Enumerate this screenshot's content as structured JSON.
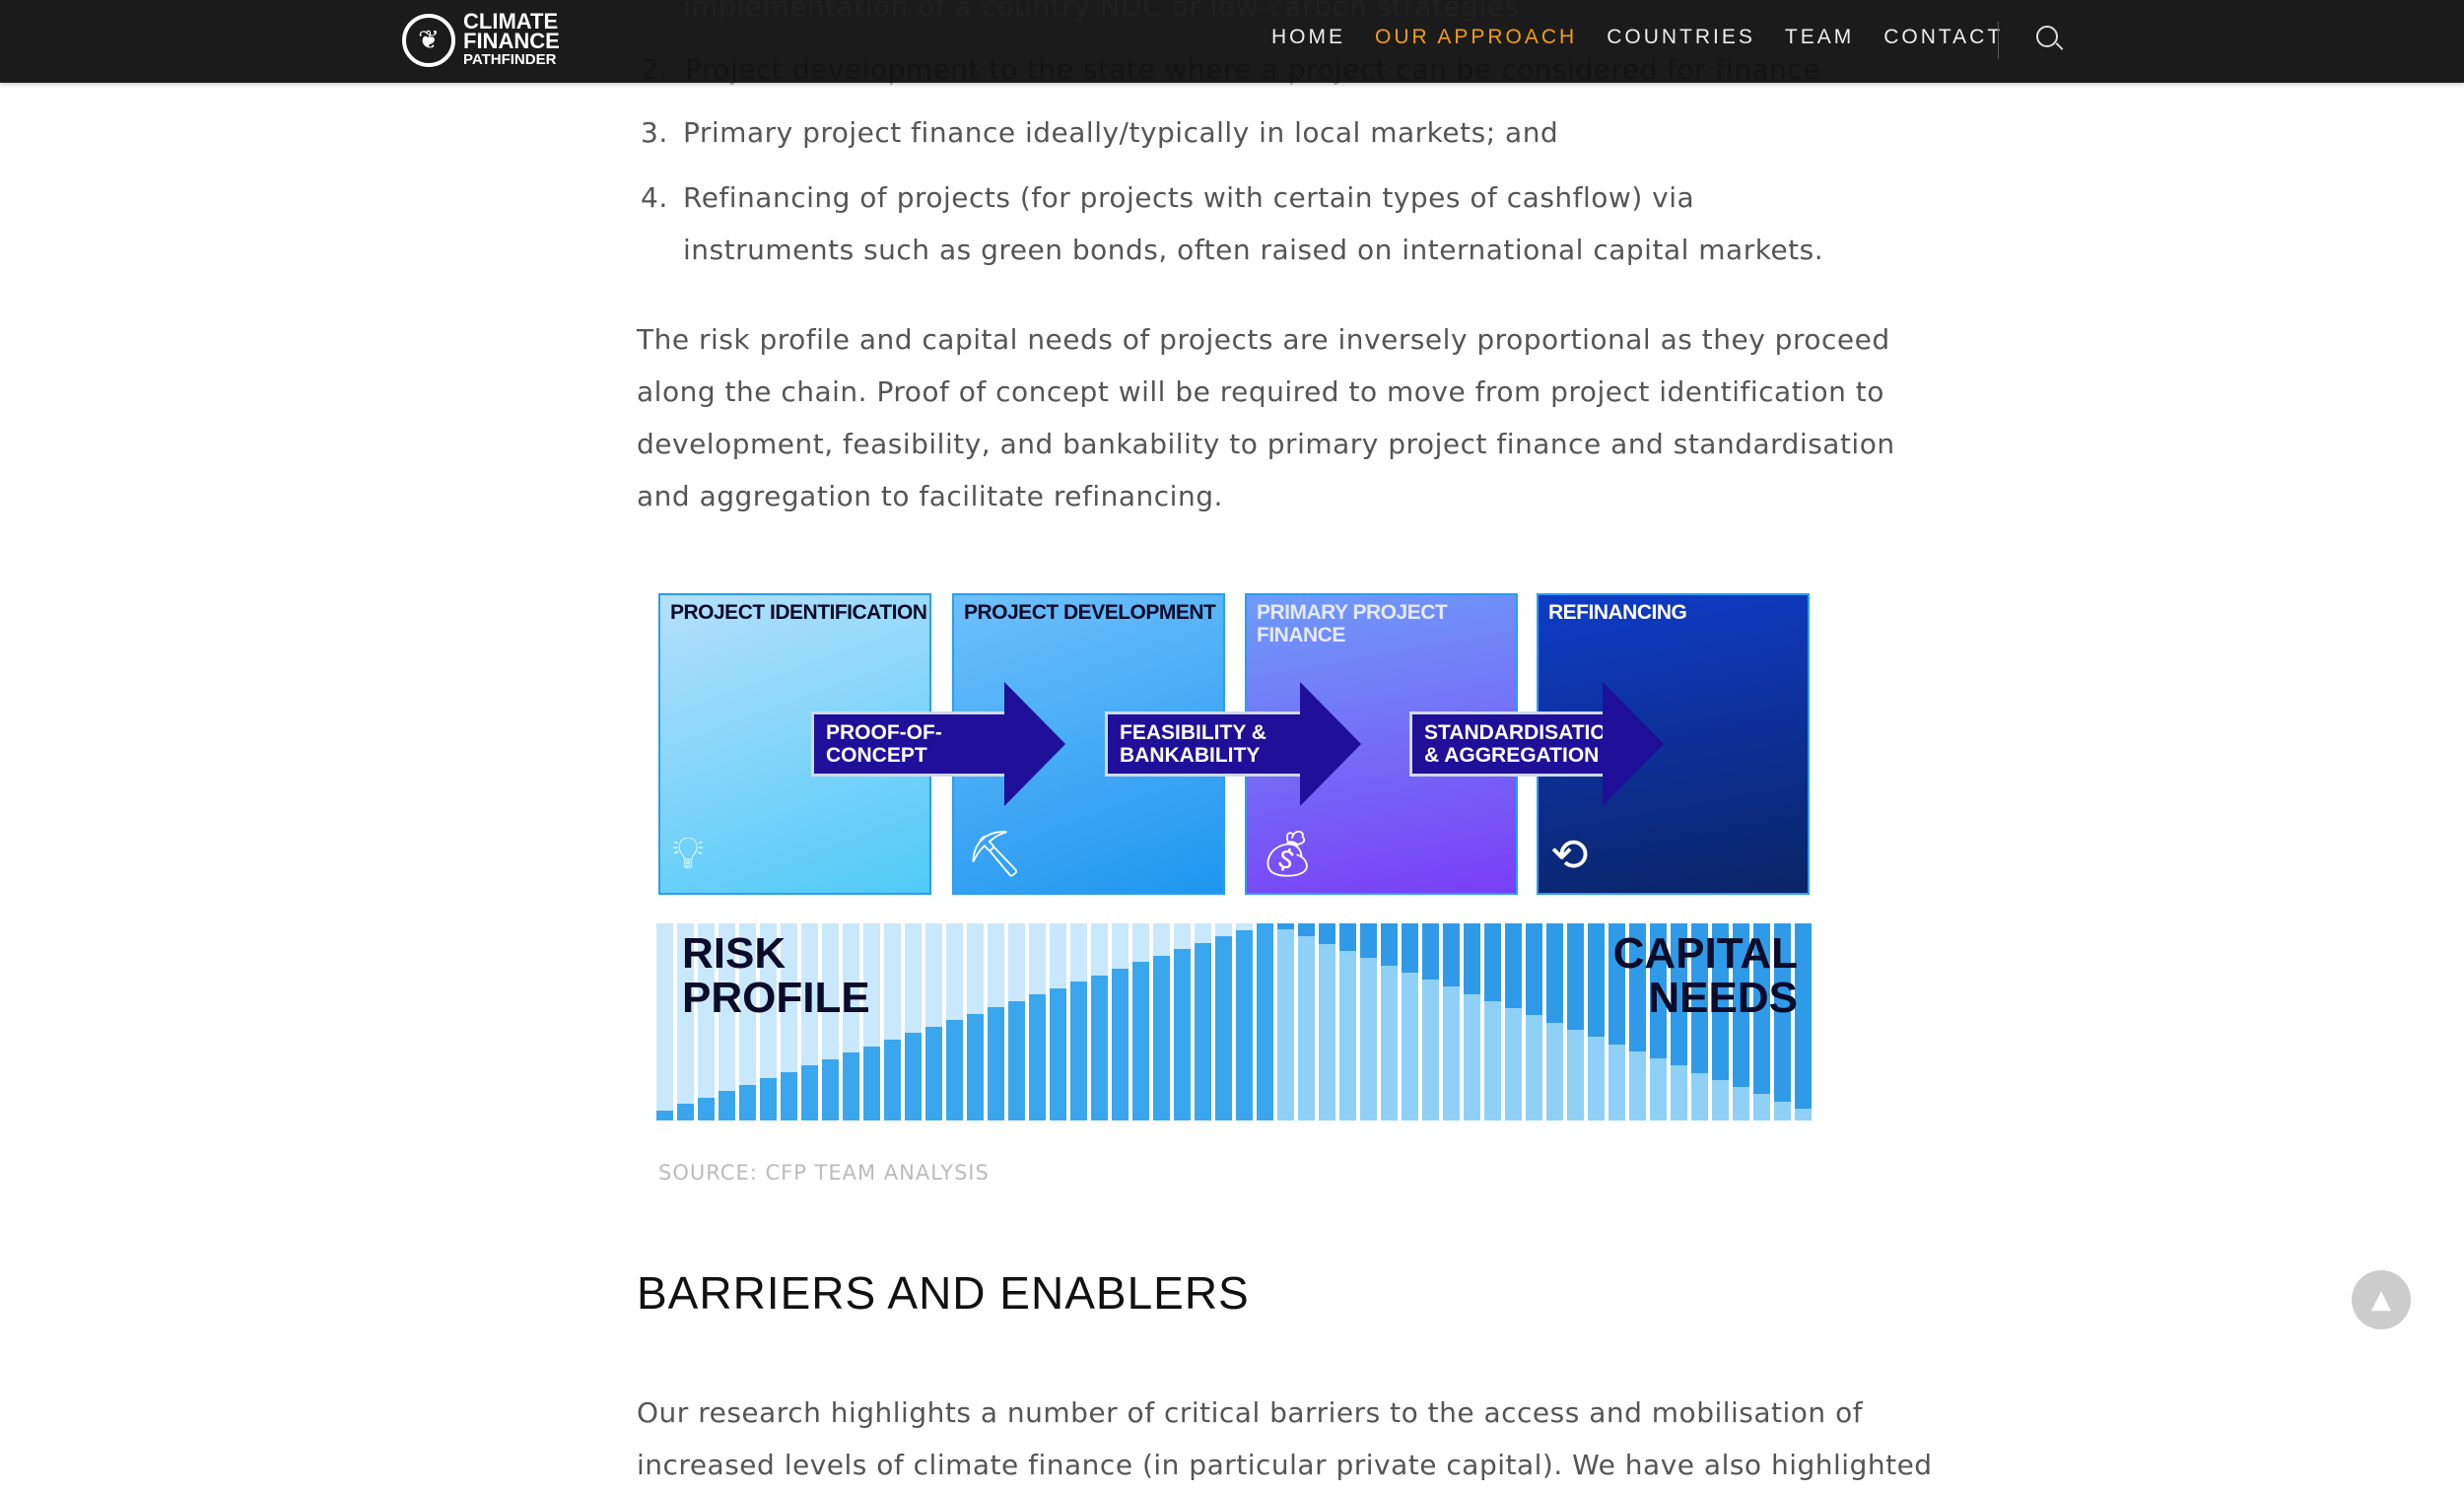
{
  "header": {
    "logo": {
      "line1": "CLIMATE",
      "line2": "FINANCE",
      "line3": "PATHFINDER"
    },
    "nav": [
      "HOME",
      "OUR APPROACH",
      "COUNTRIES",
      "TEAM",
      "CONTACT"
    ],
    "active": "OUR APPROACH"
  },
  "content": {
    "list_hidden": [
      "implementation of a country NDC or low-carbon strategies",
      "Project development to the state where a project can be considered for finance"
    ],
    "list": [
      {
        "num": "2.",
        "text": "Project development to the state where a project can be considered for finance"
      },
      {
        "num": "3.",
        "text": "Primary project finance ideally/typically in local markets; and"
      },
      {
        "num": "4.",
        "lines": [
          "Refinancing of projects (for projects with certain types of cashflow) via",
          "instruments such as green bonds, often raised on international capital markets."
        ]
      }
    ],
    "paragraph1": [
      "The risk profile and capital needs of projects are inversely proportional as they proceed",
      "along the chain. Proof of concept will be required to move from project identification to",
      "development, feasibility, and bankability to primary project finance and standardisation",
      "and aggregation to facilitate refinancing."
    ],
    "diagram": {
      "stages": [
        {
          "title": "PROJECT IDENTIFICATION",
          "icon": "lightbulb-icon"
        },
        {
          "title": "PROJECT DEVELOPMENT",
          "icon": "excavator-icon"
        },
        {
          "title": "PRIMARY PROJECT FINANCE",
          "icon": "money-bag-icon"
        },
        {
          "title": "REFINANCING",
          "icon": "dollar-cycle-icon"
        }
      ],
      "arrows": [
        "PROOF-OF-CONCEPT",
        "FEASIBILITY & BANKABILITY",
        "STANDARDISATION & AGGREGATION"
      ],
      "risk_label": [
        "RISK",
        "PROFILE"
      ],
      "capital_label": [
        "CAPITAL",
        "NEEDS"
      ]
    },
    "source": "SOURCE: CFP TEAM ANALYSIS",
    "heading": "BARRIERS AND ENABLERS",
    "paragraph2": [
      "Our research highlights a number of critical barriers to the access and mobilisation of",
      "increased levels of climate finance (in particular private capital). We have also highlighted"
    ]
  },
  "colors": {
    "accent": "#f39c12",
    "header_bg": "#1b1b1b"
  }
}
